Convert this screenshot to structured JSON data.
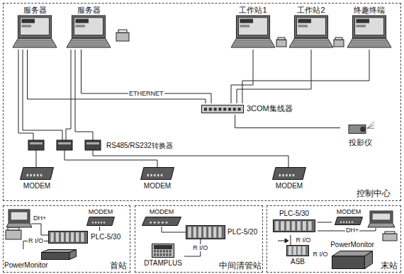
{
  "diagram": {
    "nodes": [
      {
        "text": [
          "控制中心"
        ]
      },
      {
        "text": [
          "服务器"
        ],
        "in": 0
      },
      {
        "text": [
          "服务器"
        ],
        "in": 0
      },
      {
        "text": [
          "工作站1"
        ],
        "in": 0
      },
      {
        "text": [
          "工作站2"
        ],
        "in": 0
      },
      {
        "text": [
          "终趣终端"
        ],
        "in": 0
      },
      {
        "text": [
          "3COM集线器"
        ],
        "in": 0
      },
      {
        "text": [
          "投影仪"
        ],
        "in": 0
      },
      {
        "text": [
          "MODEM"
        ],
        "in": 0
      },
      {
        "text": [
          "MODEM"
        ],
        "in": 0
      },
      {
        "text": [
          "MODEM"
        ],
        "in": 0
      },
      {
        "text": [
          "首站"
        ]
      },
      {
        "text": [
          "MODEM"
        ],
        "in": 11
      },
      {
        "text": [
          "PLC-5/30"
        ],
        "in": 11
      },
      {
        "text": [
          "PowerMonitor"
        ],
        "in": 11
      },
      {
        "text": [
          "中间清管站"
        ]
      },
      {
        "text": [
          "MODEM"
        ],
        "in": 15
      },
      {
        "text": [
          "PLC-5/20"
        ],
        "in": 15
      },
      {
        "text": [
          "DTAMPLUS"
        ],
        "in": 15
      },
      {
        "text": [
          "末站"
        ]
      },
      {
        "text": [
          "MODEM"
        ],
        "in": 19
      },
      {
        "text": [
          "PLC-5/30"
        ],
        "in": 19
      },
      {
        "text": [
          "ASB"
        ],
        "in": 19
      },
      {
        "text": [
          "PowerMonitor"
        ],
        "in": 19
      }
    ],
    "edges": [
      {
        "from": 1,
        "to": 6,
        "arrow": "none"
      },
      {
        "from": 2,
        "to": 6,
        "label": "ETHERNET",
        "arrow": "none"
      },
      {
        "from": 3,
        "to": 6,
        "arrow": "none"
      },
      {
        "from": 4,
        "to": 6,
        "arrow": "none"
      },
      {
        "from": 5,
        "to": 6,
        "arrow": "none"
      },
      {
        "from": 6,
        "to": 7,
        "arrow": "none"
      },
      {
        "from": 13,
        "to": 12,
        "arrow": "none"
      },
      {
        "from": 13,
        "to": 14,
        "label": "R I/O",
        "arrow": "none"
      },
      {
        "from": 17,
        "to": 16,
        "arrow": "none"
      },
      {
        "from": 17,
        "to": 18,
        "label": "R I/O",
        "arrow": "none"
      },
      {
        "from": 21,
        "to": 20,
        "arrow": "none"
      },
      {
        "from": 21,
        "to": 22,
        "label": "R I/O",
        "arrow": "none"
      },
      {
        "from": 22,
        "to": 23,
        "label": "R I/O",
        "arrow": "none"
      }
    ],
    "labels": [
      "RS485/RS232转换器",
      "DH+",
      "DH+"
    ]
  }
}
